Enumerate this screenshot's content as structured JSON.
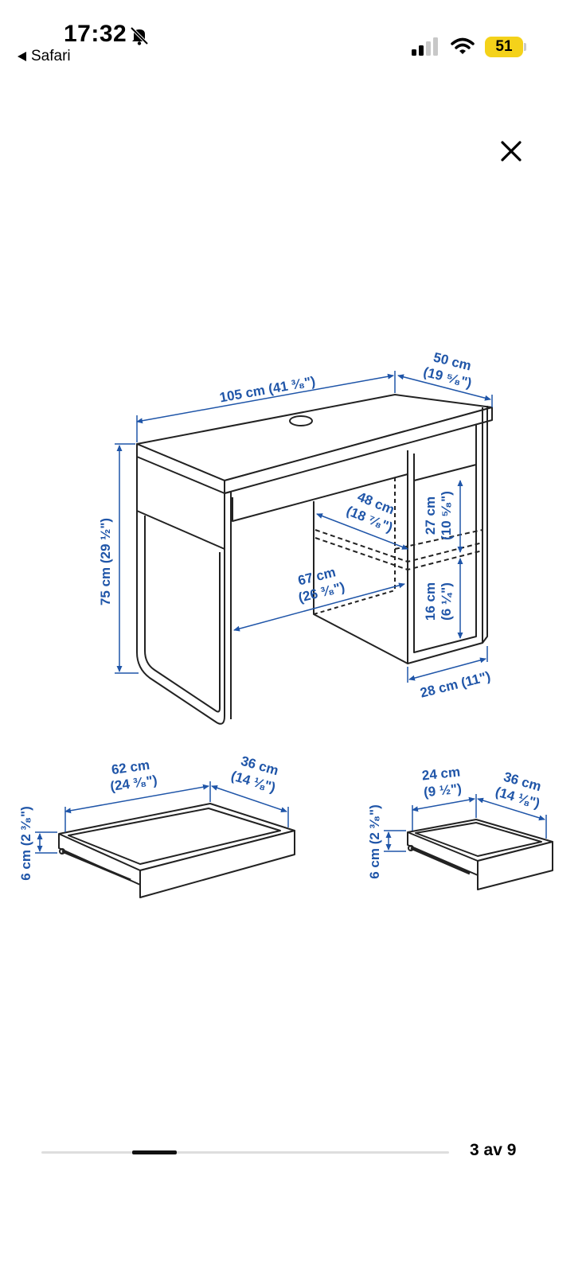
{
  "status_bar": {
    "time": "17:32",
    "back_label": "Safari",
    "battery": "51"
  },
  "viewer": {
    "counter": "3 av 9",
    "progress": {
      "current": 3,
      "total": 9
    }
  },
  "colors": {
    "dimension": "#1f55a8",
    "battery": "#f4d21a"
  },
  "icons": [
    "bell-slash-icon",
    "back-triangle-icon",
    "cellular-signal-icon",
    "wifi-icon",
    "close-icon"
  ],
  "desk": {
    "width": "105 cm (41 ³⁄₈\")",
    "depth_cm": "50 cm",
    "depth_in": "(19 ⁵⁄₈\")",
    "height": "75 cm (29 ½\")",
    "inner_depth_cm": "48 cm",
    "inner_depth_in": "(18 ⁷⁄₈\")",
    "inner_width_cm": "67 cm",
    "inner_width_in": "(26 ³⁄₈\")",
    "upper_shelf_cm": "27 cm",
    "upper_shelf_in": "(10 ⁵⁄₈\")",
    "lower_shelf_cm": "16 cm",
    "lower_shelf_in": "(6 ¼\")",
    "cabinet_width": "28 cm (11\")"
  },
  "large_drawer": {
    "width_cm": "62 cm",
    "width_in": "(24 ³⁄₈\")",
    "depth_cm": "36 cm",
    "depth_in": "(14 ⅛\")",
    "height": "6 cm (2 ³⁄₈\")"
  },
  "small_drawer": {
    "width_cm": "24 cm",
    "width_in": "(9 ½\")",
    "depth_cm": "36 cm",
    "depth_in": "(14 ⅛\")",
    "height": "6 cm (2 ³⁄₈\")"
  }
}
